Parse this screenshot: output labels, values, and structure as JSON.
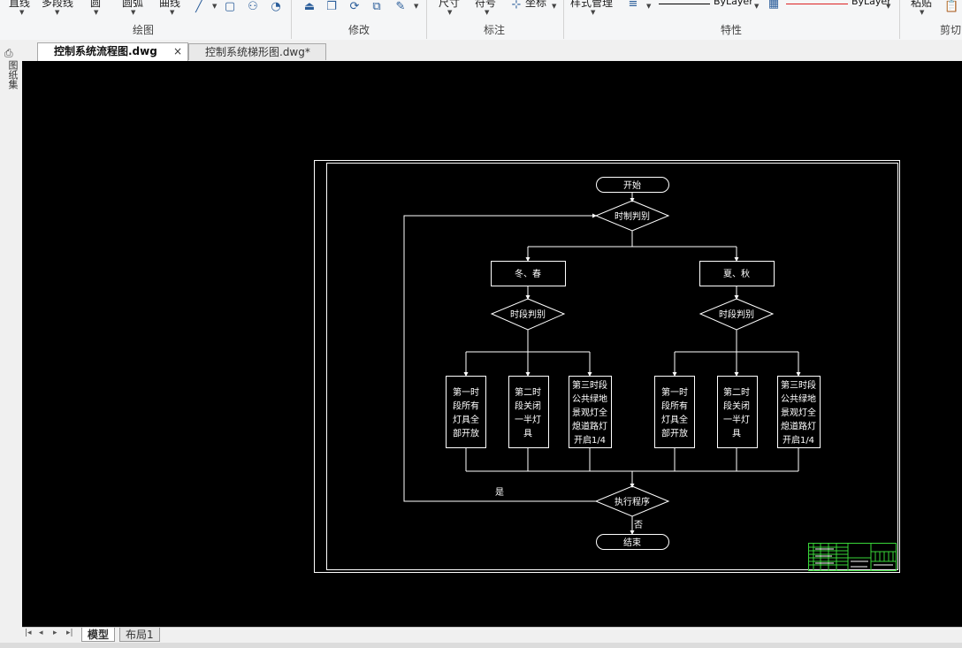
{
  "ribbon": {
    "top_labels": [
      "直线",
      "多段线",
      "圆",
      "圆弧",
      "曲线",
      "尺寸",
      "符号",
      "坐标",
      "样式管理",
      "ByLayer",
      "ByLayer",
      "粘贴"
    ],
    "groups": [
      "绘图",
      "修改",
      "标注",
      "特性",
      "剪切"
    ]
  },
  "tabs": [
    {
      "label": "控制系统流程图.dwg",
      "active": true,
      "close": "×"
    },
    {
      "label": "控制系统梯形图.dwg*",
      "active": false
    }
  ],
  "side_label": "图纸集",
  "flowchart": {
    "start": "开始",
    "season_decision": "时制判别",
    "branch_left": "冬、春",
    "branch_right": "夏、秋",
    "period_decision_left": "时段判别",
    "period_decision_right": "时段判别",
    "left_boxes": [
      [
        "第一时",
        "段所有",
        "灯具全",
        "部开放"
      ],
      [
        "第二时",
        "段关闭",
        "一半灯",
        "具"
      ],
      [
        "第三时段",
        "公共绿地",
        "景观灯全",
        "熄道路灯",
        "开启1/4"
      ]
    ],
    "right_boxes": [
      [
        "第一时",
        "段所有",
        "灯具全",
        "部开放"
      ],
      [
        "第二时",
        "段关闭",
        "一半灯",
        "具"
      ],
      [
        "第三时段",
        "公共绿地",
        "景观灯全",
        "熄道路灯",
        "开启1/4"
      ]
    ],
    "execute": "执行程序",
    "yes_label": "是",
    "no_label": "否",
    "end": "结束"
  },
  "bottom_tabs": [
    {
      "label": "模型",
      "active": true
    },
    {
      "label": "布局1",
      "active": false
    }
  ],
  "nav_buttons": [
    "|◂",
    "◂",
    "▸",
    "▸|"
  ]
}
